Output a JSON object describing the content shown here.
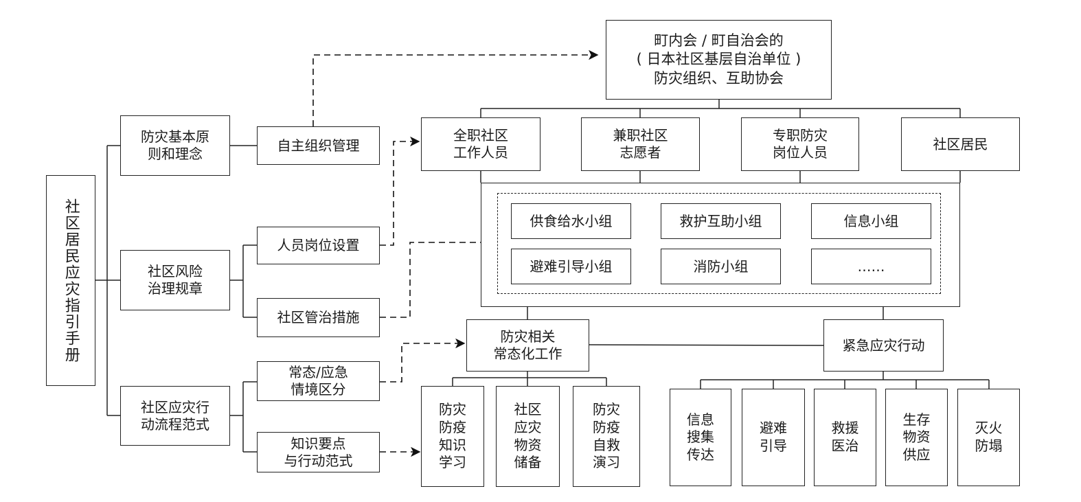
{
  "diagram": {
    "root": "社区居民应灾指引手册",
    "principles": {
      "title": "防灾基本原\n则和理念",
      "autonomy": "自主组织管理"
    },
    "governance": {
      "title": "社区风险\n治理规章",
      "staffing": "人员岗位设置",
      "measures": "社区管治措施"
    },
    "action_paradigm": {
      "title": "社区应灾行\n动流程范式",
      "normal_emergency": "常态/应急\n情境区分",
      "knowledge": "知识要点\n与行动范式"
    },
    "organization": {
      "title": "町内会 / 町自治会的\n( 日本社区基层自治单位 )\n防灾组织、互助协会",
      "members": [
        "全职社区\n工作人员",
        "兼职社区\n志愿者",
        "专职防灾\n岗位人员",
        "社区居民"
      ],
      "groups": [
        "供食给水小组",
        "救护互助小组",
        "信息小组",
        "避难引导小组",
        "消防小组",
        "……"
      ]
    },
    "routine": {
      "title": "防灾相关\n常态化工作",
      "items": [
        "防灾\n防疫\n知识\n学习",
        "社区\n应灾\n物资\n储备",
        "防灾\n防疫\n自救\n演习"
      ]
    },
    "emergency": {
      "title": "紧急应灾行动",
      "items": [
        "信息\n搜集\n传达",
        "避难\n引导",
        "救援\n医治",
        "生存\n物资\n供应",
        "灭火\n防塌"
      ]
    }
  }
}
